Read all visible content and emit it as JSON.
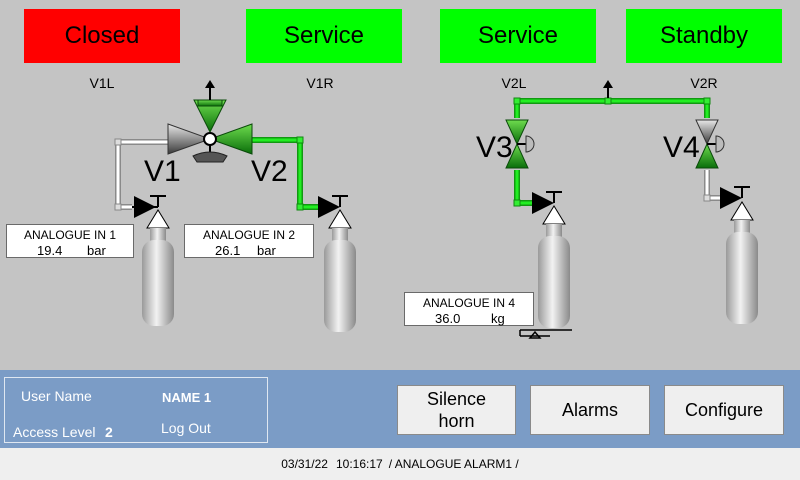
{
  "status_tiles": [
    {
      "label": "Closed",
      "color": "#ff0000"
    },
    {
      "label": "Service",
      "color": "#00ff00"
    },
    {
      "label": "Service",
      "color": "#00ff00"
    },
    {
      "label": "Standby",
      "color": "#00ff00"
    }
  ],
  "valve_labels": {
    "v1l": "V1L",
    "v1r": "V1R",
    "v2l": "V2L",
    "v2r": "V2R"
  },
  "valves": {
    "v1": "V1",
    "v2": "V2",
    "v3": "V3",
    "v4": "V4"
  },
  "readouts": [
    {
      "title": "ANALOGUE  IN 1",
      "value": "19.4",
      "unit": "bar"
    },
    {
      "title": "ANALOGUE IN 2",
      "value": "26.1",
      "unit": "bar"
    },
    {
      "title": "ANALOGUE IN 4",
      "value": "36.0",
      "unit": "kg"
    }
  ],
  "user": {
    "name_label": "User Name",
    "name_value": "NAME 1",
    "access_label": "Access Level",
    "access_value": "2",
    "logout": "Log Out"
  },
  "buttons": {
    "silence_line1": "Silence",
    "silence_line2": "horn",
    "alarms": "Alarms",
    "configure": "Configure"
  },
  "status_bar": {
    "date": "03/31/22",
    "time": "10:16:17",
    "message": "/ ANALOGUE ALARM1 /"
  },
  "colors": {
    "active_pipe": "#22dd22",
    "inactive_pipe": "#ffffff",
    "header_panel": "#7b9cc6"
  }
}
